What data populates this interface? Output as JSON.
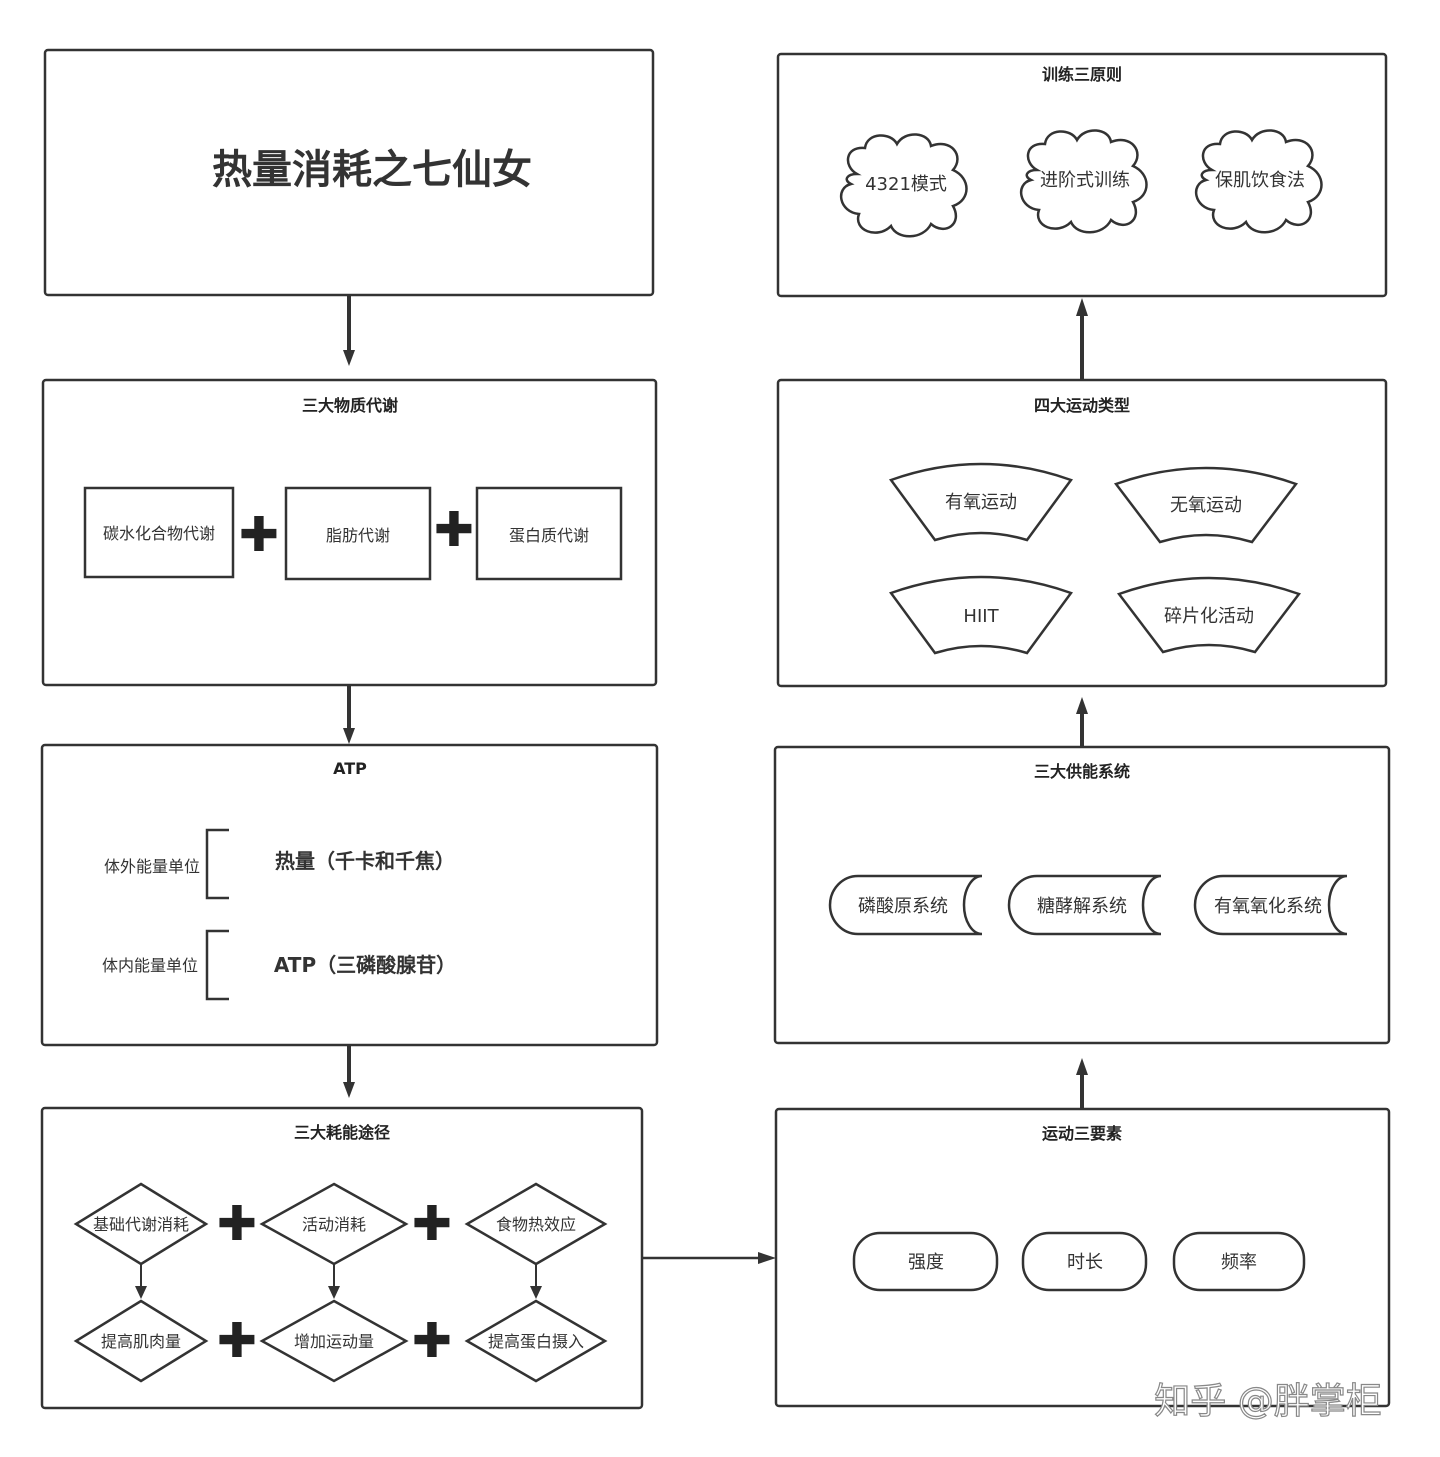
{
  "main_title": "热量消耗之七仙女",
  "substances": {
    "title": "三大物质代谢",
    "items": [
      "碳水化合物代谢",
      "脂肪代谢",
      "蛋白质代谢"
    ],
    "plus": "✚"
  },
  "atp": {
    "title": "ATP",
    "outer_label": "体外能量单位",
    "outer_value": "热量（千卡和千焦）",
    "inner_label": "体内能量单位",
    "inner_value": "ATP（三磷酸腺苷）"
  },
  "consumption": {
    "title": "三大耗能途径",
    "top": [
      "基础代谢消耗",
      "活动消耗",
      "食物热效应"
    ],
    "bottom": [
      "提高肌肉量",
      "增加运动量",
      "提高蛋白摄入"
    ]
  },
  "principles": {
    "title": "训练三原则",
    "items": [
      "4321模式",
      "进阶式训练",
      "保肌饮食法"
    ]
  },
  "exercise_types": {
    "title": "四大运动类型",
    "items": [
      "有氧运动",
      "无氧运动",
      "HIIT",
      "碎片化活动"
    ]
  },
  "energy_systems": {
    "title": "三大供能系统",
    "items": [
      "磷酸原系统",
      "糖酵解系统",
      "有氧氧化系统"
    ]
  },
  "elements": {
    "title": "运动三要素",
    "items": [
      "强度",
      "时长",
      "频率"
    ]
  },
  "watermark": "知乎 @胖掌柜"
}
